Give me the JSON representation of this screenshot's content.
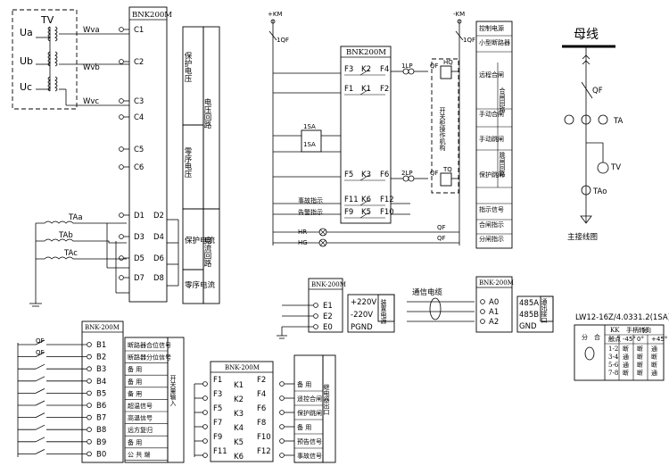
{
  "tv_block": {
    "title": "TV",
    "phases": [
      "Ua",
      "Ub",
      "Uc"
    ],
    "lines": [
      "Wva",
      "Wvb",
      "Wvc"
    ]
  },
  "ct_labels": [
    "TAa",
    "TAb",
    "TAc"
  ],
  "bnk_main": {
    "title": "BNK200M",
    "terminals": [
      "C1",
      "C2",
      "C3",
      "C4",
      "C5",
      "C6",
      "D1",
      "D2",
      "D3",
      "D4",
      "D5",
      "D6",
      "D7",
      "D8"
    ],
    "groups": [
      {
        "name": "保护电压",
        "category": "电压回路"
      },
      {
        "name": "零序电压",
        "category": ""
      },
      {
        "name": "保护电流",
        "category": "电流回路"
      },
      {
        "name": "零序电流",
        "category": ""
      }
    ]
  },
  "control": {
    "top_left": "+KM",
    "top_right": "-KM",
    "breaker": "1QF",
    "switch": "1SA",
    "box_title": "BNK200M",
    "rows": [
      {
        "left": "F3",
        "mid": "K2",
        "right": "F4"
      },
      {
        "left": "F1",
        "mid": "K1",
        "right": "F2"
      },
      {
        "left": "F5",
        "mid": "K3",
        "right": "F6"
      },
      {
        "left": "F11",
        "mid": "K6",
        "right": "F12"
      },
      {
        "left": "F9",
        "mid": "K5",
        "right": "F10"
      }
    ],
    "lp": [
      "1LP",
      "2LP"
    ],
    "qf": "QF",
    "hq": "HQ",
    "tq": "TQ",
    "mechanism": "开关柜操作机构",
    "signal_lines": [
      "事故指示",
      "告警指示"
    ],
    "lamps": [
      "HR",
      "HG"
    ],
    "side_labels": [
      "控制电源",
      "小型断路器",
      "远程合闸",
      "合闸回路",
      "手动合闸",
      "手动跳闸",
      "跳闸回路",
      "保护跳闸",
      "指示信号",
      "合闸指示",
      "分闸指示"
    ]
  },
  "one_line": {
    "title": "母线",
    "qf": "QF",
    "ta": "TA",
    "tv": "TV",
    "tao": "TAo",
    "caption": "主接线图"
  },
  "power": {
    "box_title": "BNK-200M",
    "terminals": [
      "E1",
      "E2",
      "E0"
    ],
    "voltages": [
      "+220V",
      "-220V"
    ],
    "label": "装置电源",
    "pgnd": "PGND"
  },
  "comm": {
    "cable": "通信电缆",
    "box_title": "BNK-200M",
    "terminals": [
      "A0",
      "A1",
      "A2"
    ],
    "ports": [
      "485A",
      "485B",
      "GND"
    ],
    "label": "通讯接口"
  },
  "switch_table": {
    "title": "LW12-16Z/4.0331.2(1SA)",
    "handle_left": "分",
    "handle_right": "合",
    "header": [
      "KK",
      "手柄转向",
      "分"
    ],
    "cols": [
      "触点",
      "-45°",
      "0°",
      "+45°"
    ],
    "rows": [
      [
        "1-2",
        "断",
        "断",
        "通"
      ],
      [
        "3-4",
        "通",
        "断",
        "断"
      ],
      [
        "5-6",
        "通",
        "断",
        "断"
      ],
      [
        "7-8",
        "断",
        "断",
        "通"
      ]
    ]
  },
  "inputs": {
    "box_title": "BNK-200M",
    "contacts": [
      "QF",
      "QF"
    ],
    "terminals": [
      "B1",
      "B2",
      "B3",
      "B4",
      "B5",
      "B6",
      "B7",
      "B8",
      "B9",
      "B0"
    ],
    "labels": [
      "断路器合位信号",
      "断路器分位信号",
      "备 用",
      "备 用",
      "备 用",
      "超温信号",
      "高温信号",
      "远方复归",
      "备 用",
      "公 共 端"
    ],
    "group": "开关量输入"
  },
  "outputs": {
    "box_title": "BNK-200M",
    "rows": [
      {
        "left": "F1",
        "mid": "K1",
        "right": "F2"
      },
      {
        "left": "F3",
        "mid": "K2",
        "right": "F4"
      },
      {
        "left": "F5",
        "mid": "K3",
        "right": "F6"
      },
      {
        "left": "F7",
        "mid": "K4",
        "right": "F8"
      },
      {
        "left": "F9",
        "mid": "K5",
        "right": "F10"
      },
      {
        "left": "F11",
        "mid": "K6",
        "right": "F12"
      }
    ],
    "labels": [
      "备 用",
      "遥控合闸",
      "保护跳闸",
      "备 用",
      "预告信号",
      "事故信号"
    ],
    "group": "继电器出口"
  }
}
